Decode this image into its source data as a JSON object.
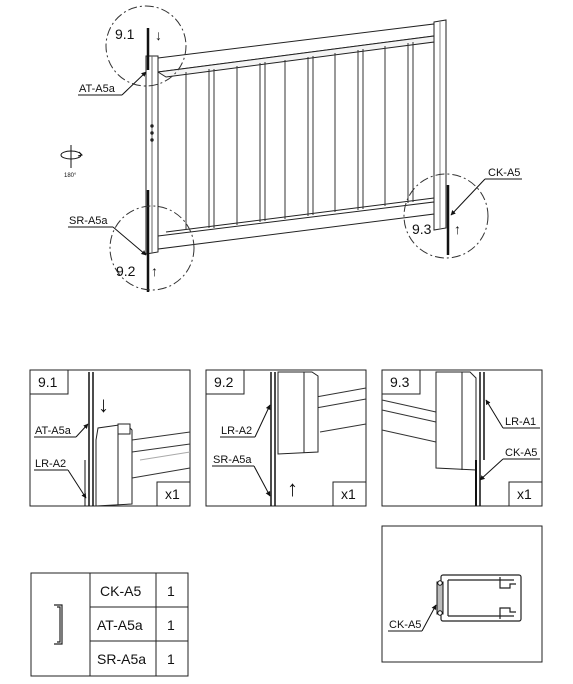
{
  "main": {
    "step_1": "9.1",
    "step_2": "9.2",
    "step_3": "9.3",
    "label_at": "AT-A5a",
    "label_sr": "SR-A5a",
    "label_ck": "CK-A5",
    "rotate_label": "180°",
    "arrow_down": "↓",
    "arrow_up": "↑"
  },
  "details": [
    {
      "step": "9.1",
      "labels": [
        "AT-A5a",
        "LR-A2"
      ],
      "count": "x1"
    },
    {
      "step": "9.2",
      "labels": [
        "LR-A2",
        "SR-A5a"
      ],
      "count": "x1"
    },
    {
      "step": "9.3",
      "labels": [
        "LR-A1",
        "CK-A5"
      ],
      "count": "x1"
    }
  ],
  "parts_table": [
    {
      "name": "CK-A5",
      "qty": "1"
    },
    {
      "name": "AT-A5a",
      "qty": "1"
    },
    {
      "name": "SR-A5a",
      "qty": "1"
    }
  ],
  "profile_label": "CK-A5"
}
